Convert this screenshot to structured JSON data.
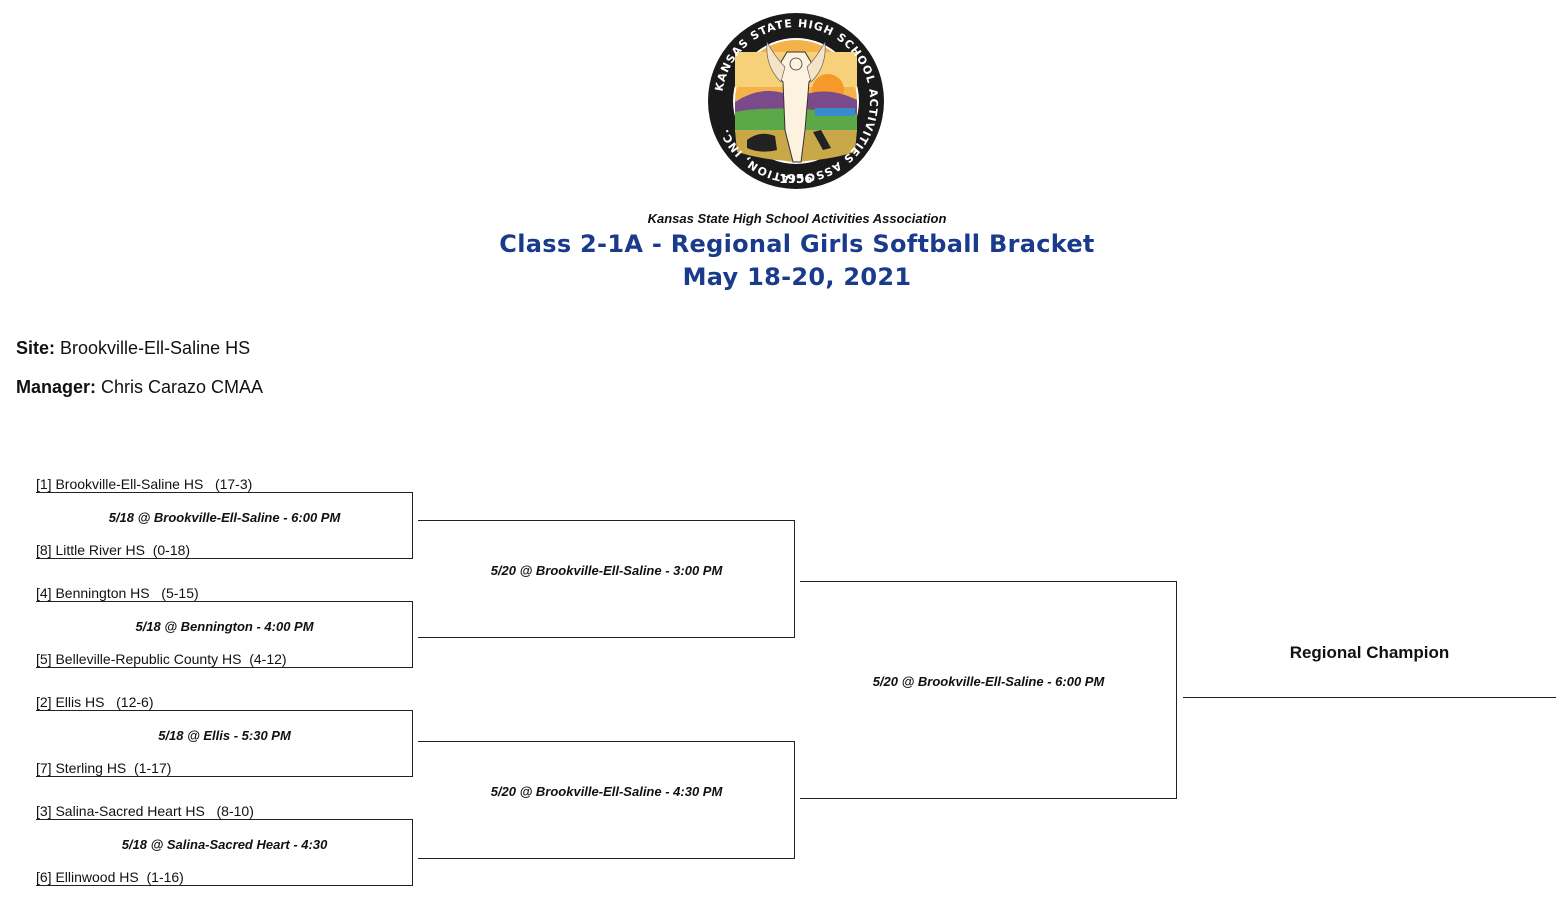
{
  "header": {
    "organization": "Kansas State High School Activities Association",
    "title_line1": "Class 2-1A - Regional Girls Softball Bracket",
    "title_line2": "May 18-20, 2021"
  },
  "logo": {
    "ring_text_top": "KANSAS STATE HIGH SCHOOL ACTIVITIES ASSOCIATION, INC.",
    "year": "1956"
  },
  "site": {
    "label": "Site:",
    "value": "Brookville-Ell-Saline HS"
  },
  "manager": {
    "label": "Manager:",
    "value": "Chris Carazo CMAA"
  },
  "teams": [
    "[1] Brookville-Ell-Saline HS   (17-3)",
    "[8] Little River HS  (0-18)",
    "[4] Bennington HS   (5-15)",
    "[5] Belleville-Republic County HS  (4-12)",
    "[2] Ellis HS   (12-6)",
    "[7] Sterling HS  (1-17)",
    "[3] Salina-Sacred Heart HS   (8-10)",
    "[6] Ellinwood HS  (1-16)"
  ],
  "round1": [
    "5/18 @ Brookville-Ell-Saline - 6:00 PM",
    "5/18 @ Bennington - 4:00 PM",
    "5/18 @ Ellis - 5:30 PM",
    "5/18 @ Salina-Sacred Heart - 4:30"
  ],
  "round2": [
    "5/20 @ Brookville-Ell-Saline - 3:00 PM",
    "5/20 @ Brookville-Ell-Saline - 4:30 PM"
  ],
  "final": "5/20 @ Brookville-Ell-Saline - 6:00 PM",
  "champion_label": "Regional Champion"
}
